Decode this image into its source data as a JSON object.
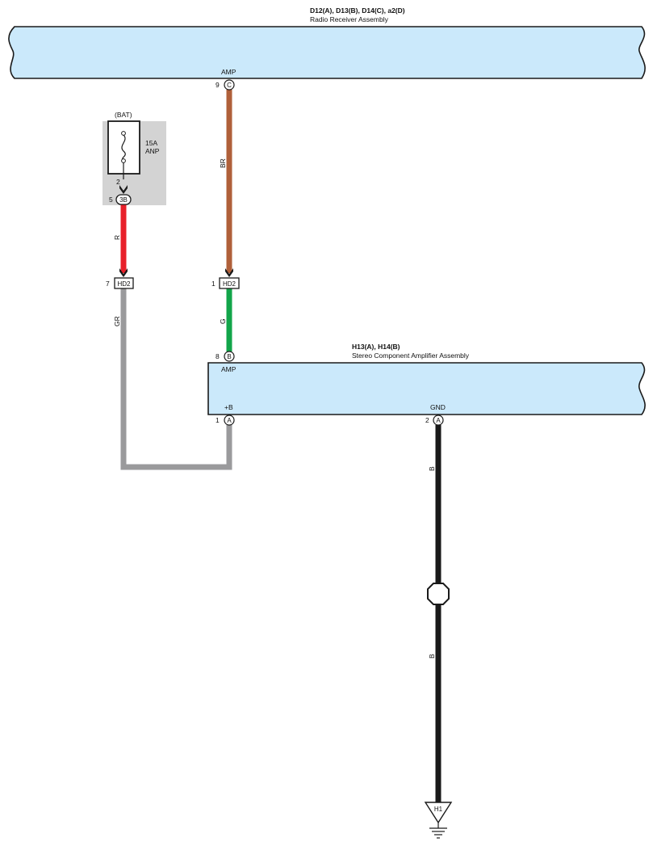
{
  "radio_receiver": {
    "connectors": "D12(A), D13(B), D14(C), a2(D)",
    "name": "Radio Receiver Assembly",
    "terminal_name": "AMP",
    "pin_number": "9",
    "connector_letter": "C"
  },
  "fuse_block": {
    "source": "(BAT)",
    "fuse_rating": "15A",
    "fuse_name": "ANP",
    "fuse_pin": "2",
    "junction_pin": "5",
    "junction_connector": "3B"
  },
  "wires": {
    "brown": {
      "code": "BR",
      "color": "#b0603a"
    },
    "red": {
      "code": "R",
      "color": "#e8202a"
    },
    "gray": {
      "code": "GR",
      "color": "#9a9a9c"
    },
    "green": {
      "code": "G",
      "color": "#12a54a"
    },
    "black_upper": {
      "code": "B",
      "color": "#1a1a1a"
    },
    "black_lower": {
      "code": "B",
      "color": "#1a1a1a"
    }
  },
  "hd2_left": {
    "pin": "7",
    "connector": "HD2"
  },
  "hd2_right": {
    "pin": "1",
    "connector": "HD2"
  },
  "amplifier": {
    "connectors": "H13(A), H14(B)",
    "name": "Stereo Component Amplifier Assembly",
    "amp_terminal": "AMP",
    "amp_pin": "8",
    "amp_connector": "B",
    "b_terminal": "+B",
    "b_pin": "1",
    "b_connector": "A",
    "gnd_terminal": "GND",
    "gnd_pin": "2",
    "gnd_connector": "A"
  },
  "ground": {
    "label": "H1"
  },
  "colors": {
    "component_fill": "#cbe9fb",
    "fuse_box_fill": "#d3d3d3",
    "outline": "#1a1a1a"
  }
}
